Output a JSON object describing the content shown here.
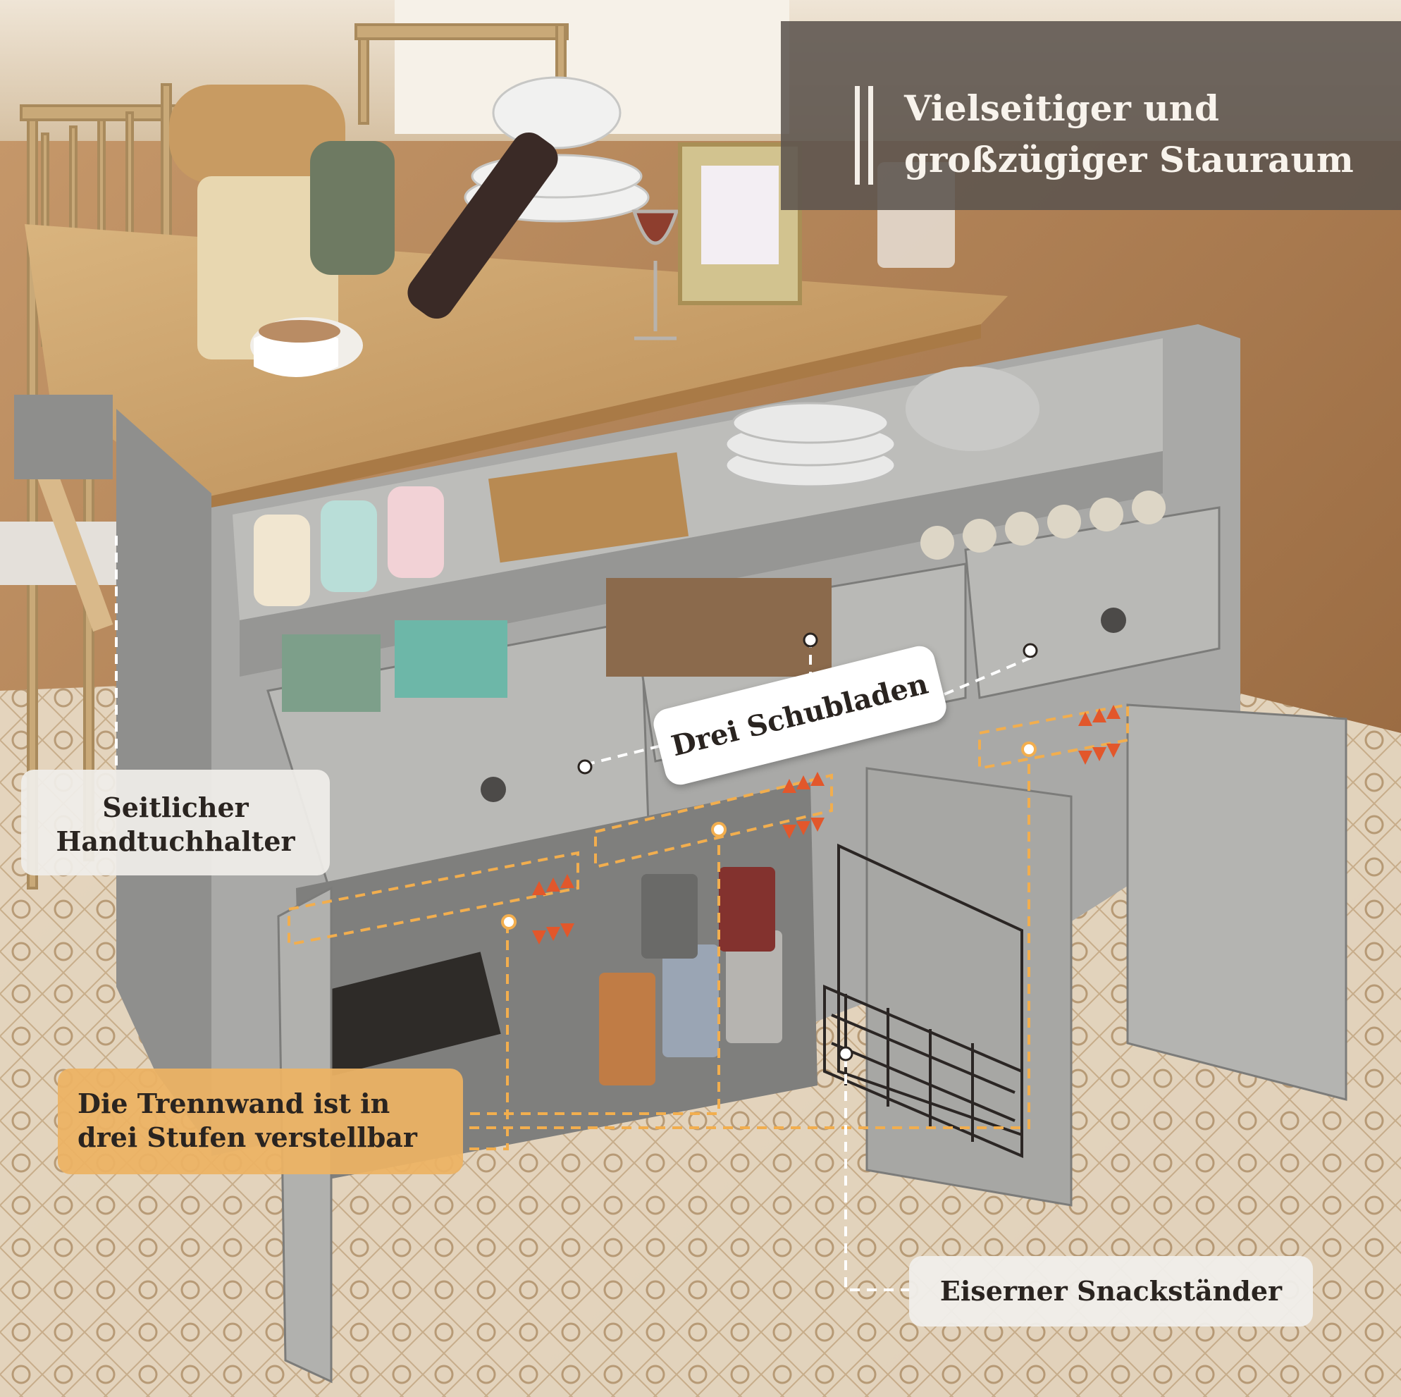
{
  "headline": {
    "line1": "Vielseitiger und",
    "line2": "großzügiger Stauraum"
  },
  "callouts": {
    "towel_holder": {
      "line1": "Seitlicher",
      "line2": "Handtuchhalter"
    },
    "drawers": "Drei Schubladen",
    "divider": {
      "line1": "Die Trennwand ist in",
      "line2": "drei Stufen verstellbar"
    },
    "snack_rack": "Eiserner Snackständer"
  },
  "colors": {
    "cabinet_gray": "#a9a9a7",
    "worktop_oak": "#c9a06b",
    "floor_wood": "#a87a4e",
    "callout_accent": "#ecb264",
    "arrow_red": "#e2572b"
  }
}
